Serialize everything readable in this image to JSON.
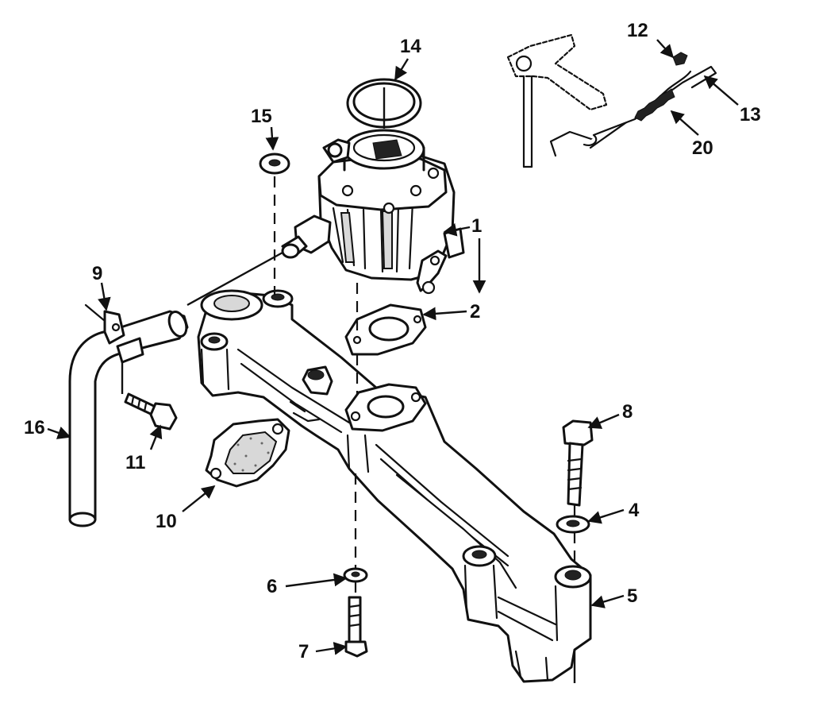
{
  "callouts": {
    "c1": "1",
    "c2": "2",
    "c4": "4",
    "c5": "5",
    "c6": "6",
    "c7": "7",
    "c8": "8",
    "c9": "9",
    "c10": "10",
    "c11": "11",
    "c12": "12",
    "c13": "13",
    "c14": "14",
    "c15": "15",
    "c16": "16",
    "c20": "20"
  },
  "colors": {
    "line": "#111111",
    "background": "#ffffff"
  }
}
